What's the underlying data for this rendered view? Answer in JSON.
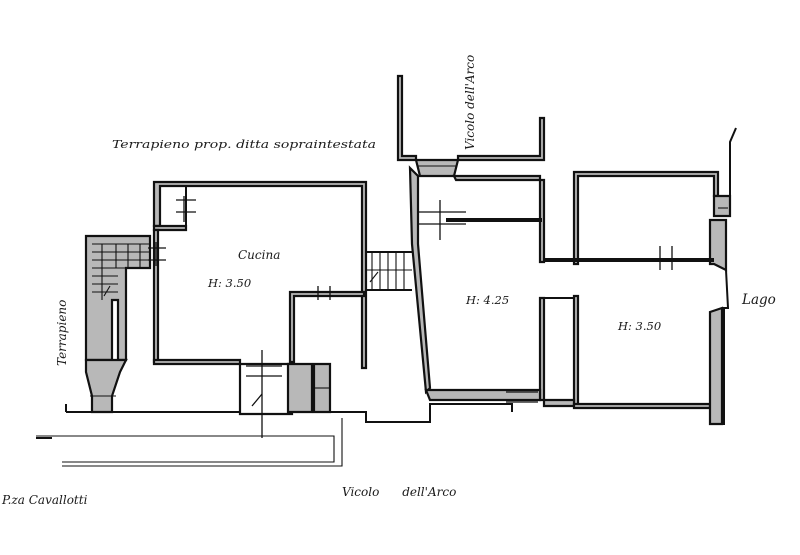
{
  "plan": {
    "labels": {
      "terrapieno_top": "Terrapieno prop. ditta sopraintestata",
      "terrapieno_left": "Terrapieno",
      "vicolo_top": "Vicolo dell'Arco",
      "vicolo_bottom": "Vicolo      dell'Arco",
      "piazza": "P.za Cavallotti",
      "lago": "Lago",
      "cucina": "Cucina",
      "h_cucina": "H: 3.50",
      "h_center": "H: 4.25",
      "h_right": "H: 3.50"
    },
    "colors": {
      "ink": "#111111",
      "wall_fill": "#b8b8b8",
      "paper": "#ffffff"
    }
  }
}
